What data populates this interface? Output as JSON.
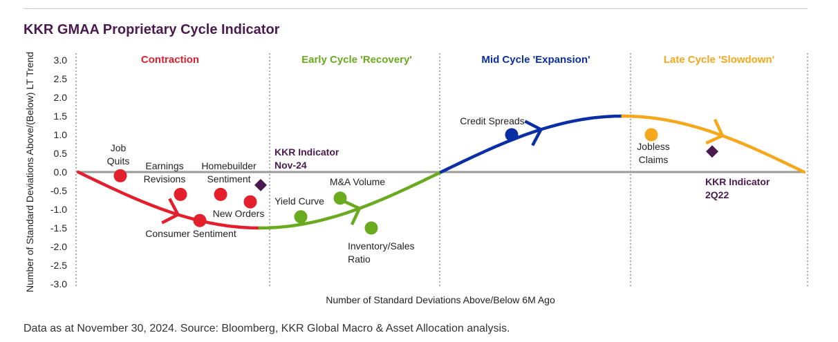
{
  "title": "KKR GMAA Proprietary Cycle Indicator",
  "footnote": "Data as at November 30, 2024. Source: Bloomberg, KKR Global Macro & Asset Allocation analysis.",
  "chart_data": {
    "type": "line",
    "ylabel": "Number of Standard Deviations Above/(Below) LT Trend",
    "xlabel": "Number of Standard Deviations Above/Below 6M Ago",
    "ylim": [
      -3.0,
      3.0
    ],
    "yticks": [
      "3.0",
      "2.5",
      "2.0",
      "1.5",
      "1.0",
      "0.5",
      "0.0",
      "-0.5",
      "-1.0",
      "-1.5",
      "-2.0",
      "-2.5",
      "-3.0"
    ],
    "grid": false,
    "phases": [
      {
        "name": "Contraction",
        "color": "#e31e2d"
      },
      {
        "name": "Early Cycle 'Recovery'",
        "color": "#6aaa1e"
      },
      {
        "name": "Mid Cycle 'Expansion'",
        "color": "#0a2fa4"
      },
      {
        "name": "Late Cycle 'Slowdown'",
        "color": "#f5a81c"
      }
    ],
    "indicators": [
      {
        "label": "Job\nQuits",
        "y": -0.1,
        "phase": "Contraction"
      },
      {
        "label": "Earnings\nRevisions",
        "y": -0.6,
        "phase": "Contraction"
      },
      {
        "label": "Homebuilder\nSentiment",
        "y": -0.6,
        "phase": "Contraction"
      },
      {
        "label": "New Orders",
        "y": -0.8,
        "phase": "Contraction"
      },
      {
        "label": "Consumer Sentiment",
        "y": -1.3,
        "phase": "Contraction"
      },
      {
        "label": "Yield Curve",
        "y": -1.2,
        "phase": "Early Cycle 'Recovery'"
      },
      {
        "label": "M&A Volume",
        "y": -0.7,
        "phase": "Early Cycle 'Recovery'"
      },
      {
        "label": "Inventory/Sales\nRatio",
        "y": -1.5,
        "phase": "Early Cycle 'Recovery'"
      },
      {
        "label": "Credit Spreads",
        "y": 1.0,
        "phase": "Mid Cycle 'Expansion'"
      },
      {
        "label": "Jobless\nClaims",
        "y": 1.0,
        "phase": "Late Cycle 'Slowdown'"
      }
    ],
    "markers": [
      {
        "label": "KKR Indicator\nNov-24",
        "y": -0.35,
        "color": "#4a1a4e"
      },
      {
        "label": "KKR Indicator\n2Q22",
        "y": 0.55,
        "color": "#4a1a4e"
      }
    ],
    "cycle_curve": {
      "amplitude": 1.5
    }
  }
}
